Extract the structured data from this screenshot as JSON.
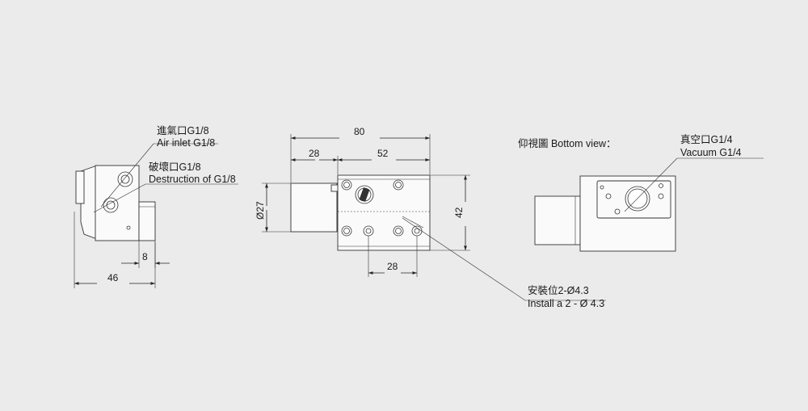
{
  "left_view": {
    "inlet_cn": "進氣口G1/8",
    "inlet_en": "Air inlet G1/8",
    "destruct_cn": "破壞口G1/8",
    "destruct_en": "Destruction of G1/8",
    "dim_8": "8",
    "dim_46": "46"
  },
  "front_view": {
    "dim_80": "80",
    "dim_28_top": "28",
    "dim_52": "52",
    "dim_dia27": "Ø27",
    "dim_42": "42",
    "dim_28_bottom": "28",
    "install_cn": "安裝位2-Ø4.3",
    "install_en": "Install a 2 - Ø 4.3"
  },
  "bottom_view": {
    "title": "仰視圖 Bottom view：",
    "vacuum_cn": "真空口G1/4",
    "vacuum_en": "Vacuum G1/4"
  }
}
